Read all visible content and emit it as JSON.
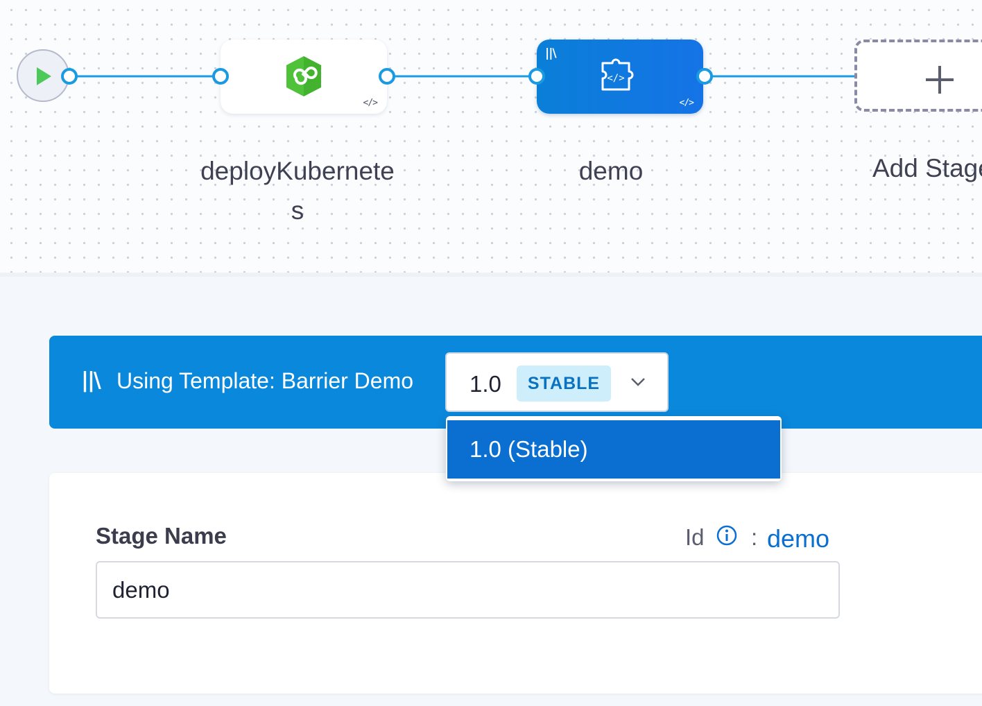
{
  "pipeline": {
    "start": {
      "icon": "play-icon"
    },
    "stages": [
      {
        "name": "deployKubernetes",
        "icon": "kubernetes-deploy-icon",
        "badge_icon": "code-icon"
      },
      {
        "name": "demo",
        "icon": "template-code-icon",
        "badge_icon": "code-icon",
        "selected": true
      }
    ],
    "add_stage_label": "Add Stage"
  },
  "template_banner": {
    "icon": "template-library-icon",
    "text": "Using Template: Barrier Demo",
    "version": {
      "value": "1.0",
      "badge": "STABLE",
      "chevron_icon": "chevron-down-icon"
    }
  },
  "version_dropdown": {
    "options": [
      {
        "label": "1.0 (Stable)",
        "selected": true
      }
    ]
  },
  "form": {
    "stage_name_label": "Stage Name",
    "stage_name_value": "demo",
    "id_label": "Id",
    "id_info_icon": "info-icon",
    "id_separator": ":",
    "id_value": "demo"
  },
  "colors": {
    "accent_blue": "#0a88dc",
    "selected_blue": "#0a6fd0",
    "stable_badge_bg": "#cfeefc",
    "edge_color": "#1a9ae0",
    "kubernetes_green": "#4fc23a"
  }
}
